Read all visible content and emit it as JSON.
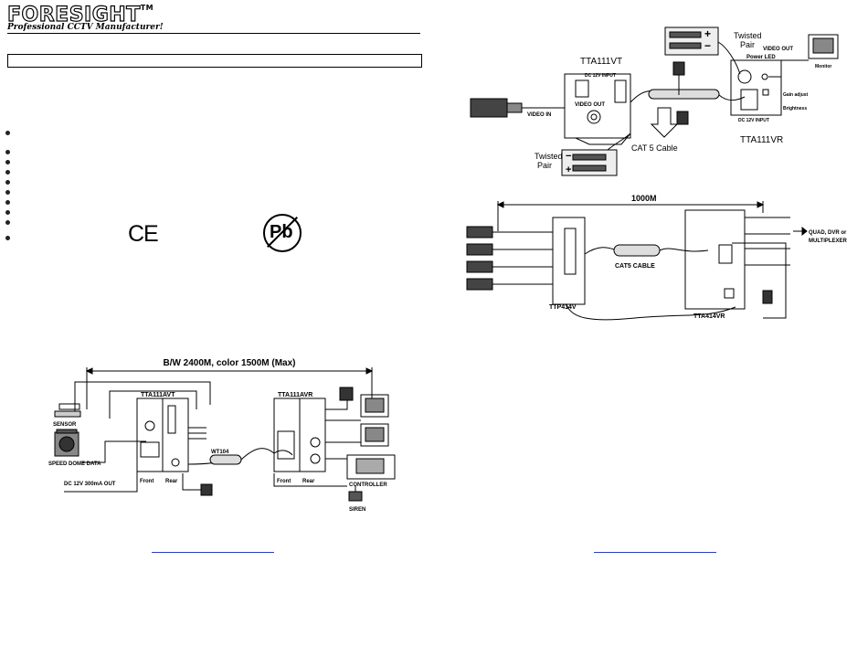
{
  "header": {
    "brand": "FORESIGHT",
    "trademark": "TM",
    "tagline": "Professional CCTV Manufacturer!"
  },
  "marks": {
    "ce": "CE",
    "pb": "Pb"
  },
  "diagram_avt": {
    "distance": "B/W 2400M, color 1500M (Max)",
    "transmitter": "TTA111AVT",
    "receiver": "TTA111AVR",
    "sensor": "SENSOR",
    "speed_dome": "SPEED DOME DATA",
    "dc_out": "DC 12V 300mA OUT",
    "front": "Front",
    "rear": "Rear",
    "front2": "Front",
    "rear2": "Rear",
    "cable": "WT104",
    "controller": "CONTROLLER",
    "siren": "SIREN"
  },
  "diagram_vt": {
    "transmitter": "TTA111VT",
    "receiver": "TTA111VR",
    "twisted_pair_top": [
      "Twisted",
      "Pair"
    ],
    "twisted_pair_bottom": [
      "Twisted",
      "Pair"
    ],
    "dc_input_t": "DC 12V INPUT",
    "video_out_t": "VIDEO OUT",
    "video_in": "VIDEO IN",
    "cable": "CAT 5  Cable",
    "video_out_r": "VIDEO OUT",
    "power_led": "Power LED",
    "monitor": "Monitor",
    "gain": "Gain adjust",
    "brightness": "Brightness",
    "dc_input_r": "DC 12V INPUT"
  },
  "diagram_414": {
    "distance": "1000M",
    "transmitter": "TTP414V",
    "receiver": "TTA414VR",
    "cable": "CAT5 CABLE",
    "dest": [
      "QUAD, DVR or",
      "MULTIPLEXER"
    ]
  }
}
